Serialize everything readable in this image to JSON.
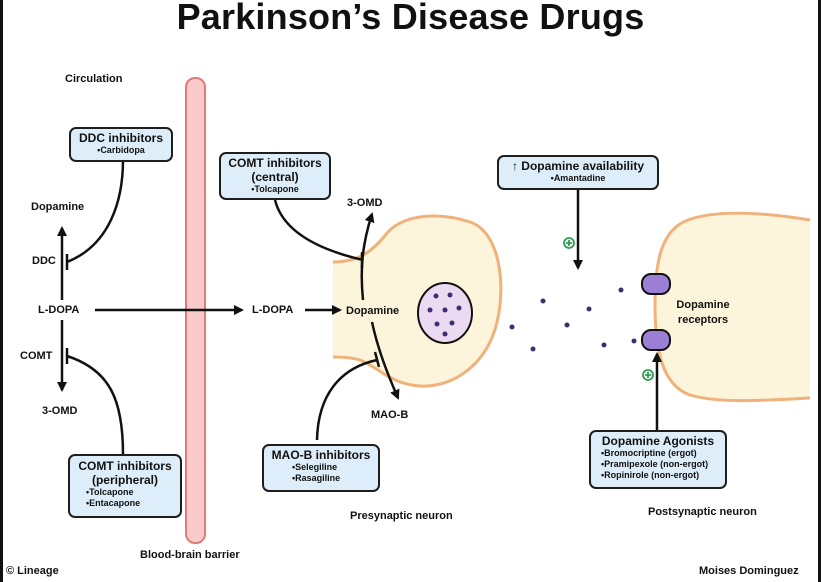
{
  "title": "Parkinson’s Disease Drugs",
  "labels": {
    "circulation": "Circulation",
    "dopamine_left": "Dopamine",
    "ddc": "DDC",
    "ldopa_left": "L-DOPA",
    "comt": "COMT",
    "omd_left": "3-OMD",
    "ldopa_mid": "L-DOPA",
    "omd_mid": "3-OMD",
    "dopamine_mid": "Dopamine",
    "maob": "MAO-B",
    "dopamine_receptors": "Dopamine receptors",
    "bbb": "Blood-brain barrier",
    "presynaptic": "Presynaptic neuron",
    "postsynaptic": "Postsynaptic neuron",
    "footer_left": "© Lineage",
    "footer_right": "Moises Dominguez"
  },
  "boxes": {
    "ddc_inhibitors": {
      "title": "DDC inhibitors",
      "items": [
        "Carbidopa"
      ]
    },
    "comt_central": {
      "title": "COMT inhibitors (central)",
      "items": [
        "Tolcapone"
      ]
    },
    "dopamine_availability": {
      "title": "↑ Dopamine availability",
      "items": [
        "Amantadine"
      ]
    },
    "comt_peripheral": {
      "title": "COMT inhibitors (peripheral)",
      "items": [
        "Tolcapone",
        "Entacapone"
      ]
    },
    "maob_inhibitors": {
      "title": "MAO-B inhibitors",
      "items": [
        "Selegiline",
        "Rasagiline"
      ]
    },
    "dopamine_agonists": {
      "title": "Dopamine Agonists",
      "items": [
        "Bromocriptine (ergot)",
        "Pramipexole (non-ergot)",
        "Ropinirole (non-ergot)"
      ]
    }
  },
  "colors": {
    "neuron_fill": "#fdf4dc",
    "neuron_stroke": "#f0b27a",
    "barrier_fill": "#f8caca",
    "barrier_stroke": "#e07b7b",
    "box_fill": "#ddeefa",
    "receptor_fill": "#9b7fd4",
    "vesicle_fill": "#ecd9f2",
    "dot_fill": "#3a3070",
    "plus_green": "#2e9e4f"
  }
}
